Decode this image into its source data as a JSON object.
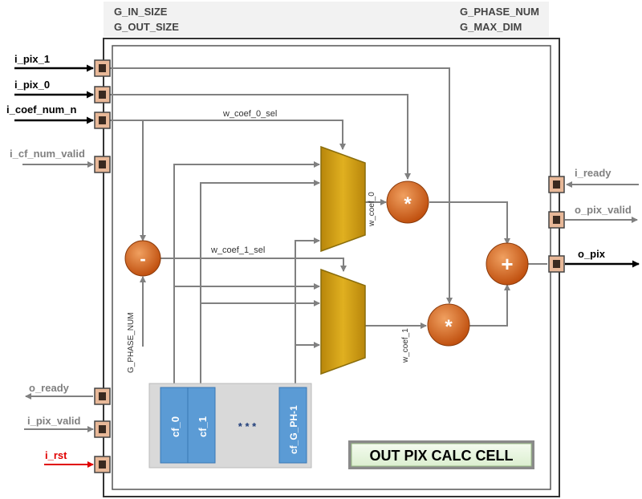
{
  "header": {
    "params_left": [
      "G_IN_SIZE",
      "G_OUT_SIZE"
    ],
    "params_right": [
      "G_PHASE_NUM",
      "G_MAX_DIM"
    ]
  },
  "inputs_left": {
    "i_pix_1": "i_pix_1",
    "i_pix_0": "i_pix_0",
    "i_coef_num_n": "i_coef_num_n",
    "i_cf_num_valid": "i_cf_num_valid",
    "o_ready": "o_ready",
    "i_pix_valid": "i_pix_valid",
    "i_rst": "i_rst"
  },
  "ports_right": {
    "i_ready": "i_ready",
    "o_pix_valid": "o_pix_valid",
    "o_pix": "o_pix"
  },
  "internal": {
    "w_coef_0_sel": "w_coef_0_sel",
    "w_coef_1_sel": "w_coef_1_sel",
    "w_coef_0": "w_coef_0",
    "w_coef_1": "w_coef_1",
    "g_phase_num": "G_PHASE_NUM"
  },
  "operators": {
    "sub": "-",
    "mul": "*",
    "add": "+"
  },
  "coef_regs": [
    "cf_0",
    "cf_1",
    "cf_G_PH-1"
  ],
  "ellipsis": "* * *",
  "title": "OUT PIX CALC CELL",
  "colors": {
    "port_fill": "#e8b898",
    "op_fill": "#d2691e",
    "mux_fill": "#d4a017",
    "reg_fill": "#5b9bd5",
    "regbox_fill": "#d9d9d9",
    "wire": "#808080",
    "rst": "#e00000"
  }
}
